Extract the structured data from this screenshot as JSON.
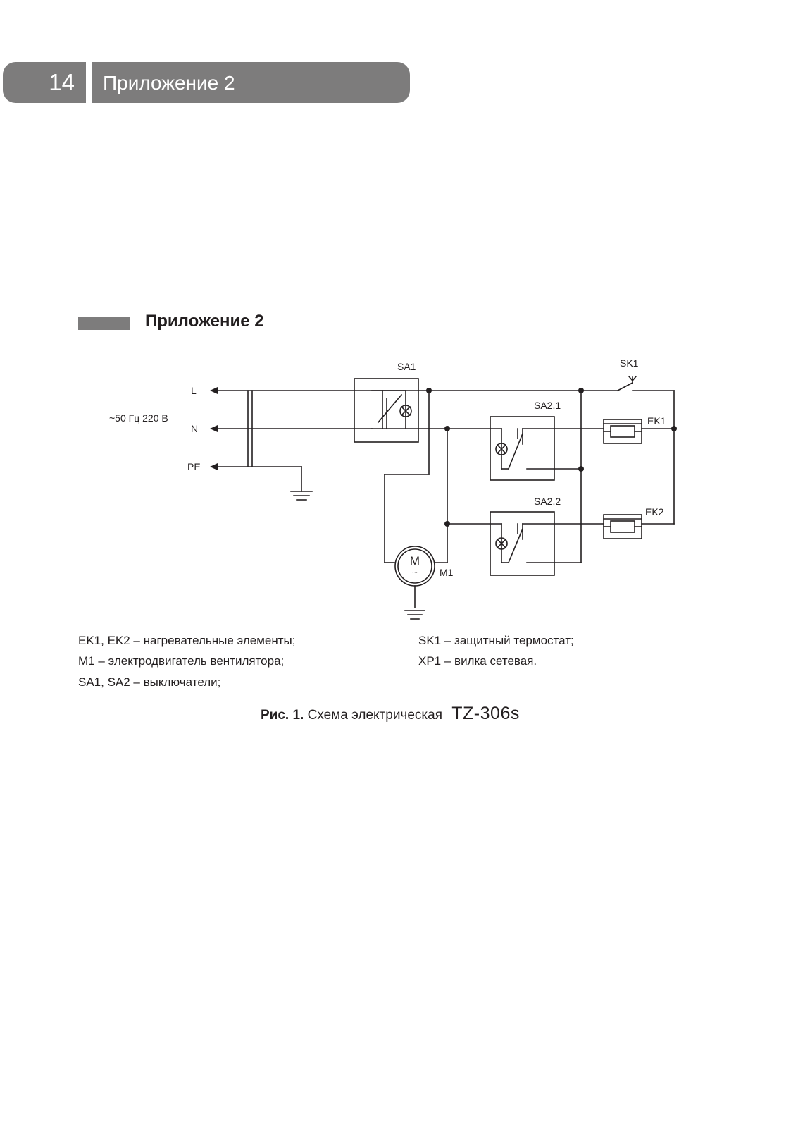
{
  "header": {
    "page_number": "14",
    "title": "Приложение 2"
  },
  "section": {
    "title": "Приложение 2"
  },
  "diagram": {
    "labels": {
      "supply": "~50 Гц 220 В",
      "L": "L",
      "N": "N",
      "PE": "PE",
      "SA1": "SA1",
      "SK1": "SK1",
      "SA2_1": "SA2.1",
      "SA2_2": "SA2.2",
      "EK1": "EK1",
      "EK2": "EK2",
      "M1": "M1",
      "motor_M": "M",
      "motor_tilde": "~"
    }
  },
  "legend": {
    "left": [
      "EK1, EK2 – нагревательные элементы;",
      "M1 – электродвигатель вентилятора;",
      "SA1, SA2 – выключатели;"
    ],
    "right": [
      "SK1 – защитный термостат;",
      "XP1 – вилка сетевая."
    ]
  },
  "caption": {
    "prefix": "Рис. 1.",
    "text": "Схема электрическая",
    "model": "TZ-306s"
  }
}
